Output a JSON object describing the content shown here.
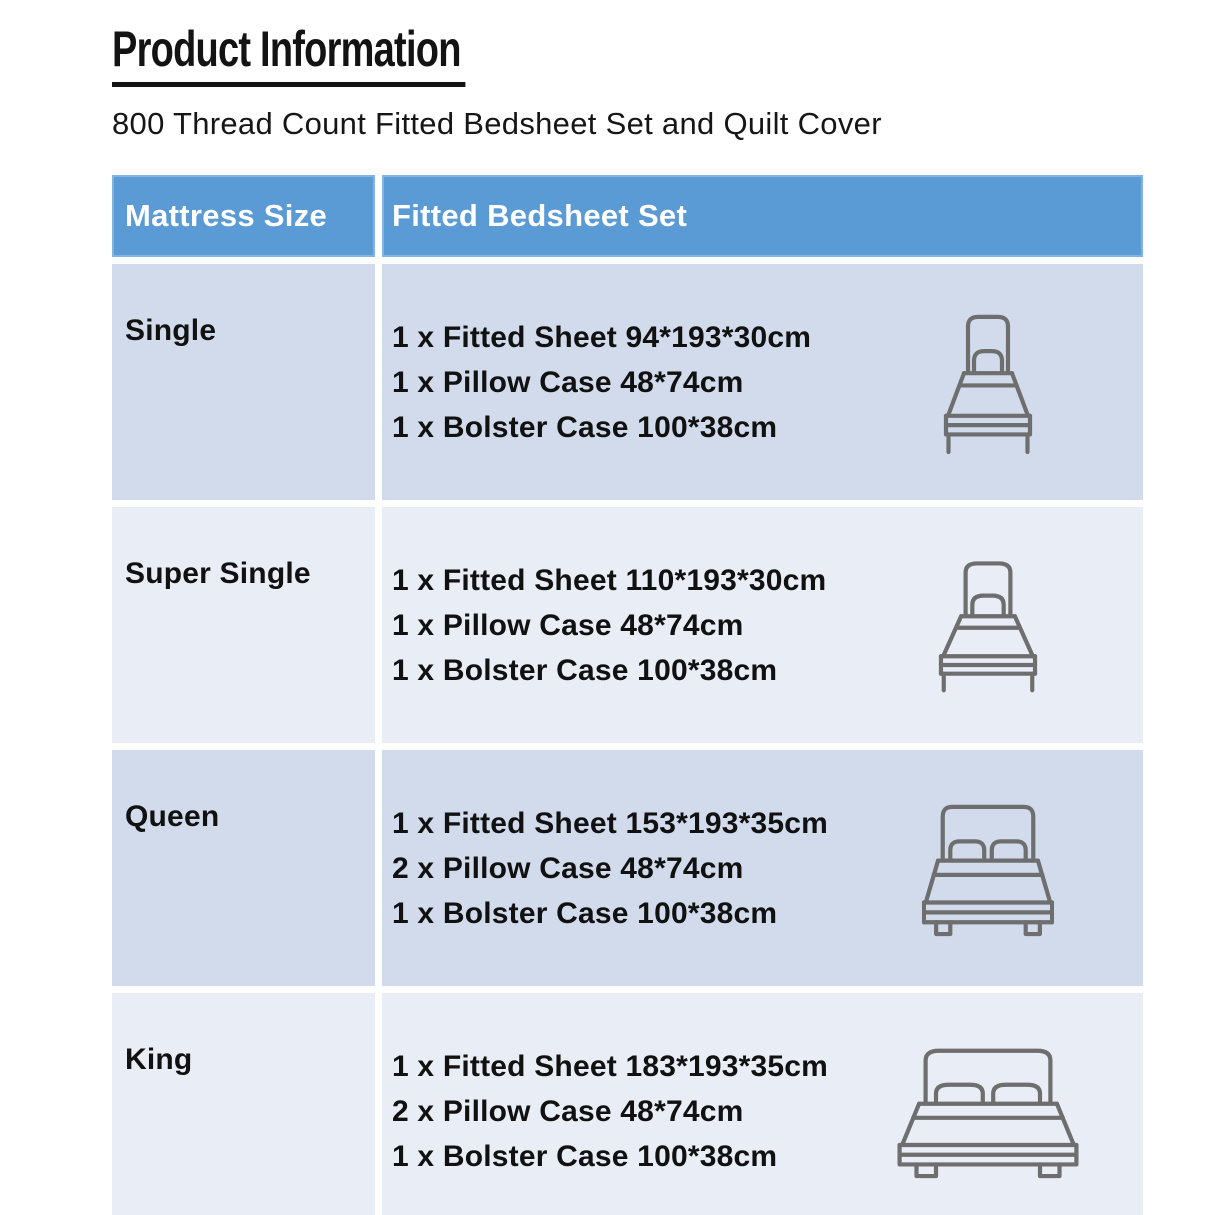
{
  "page": {
    "title": "Product Information",
    "subtitle": "800 Thread Count Fitted Bedsheet Set and Quilt Cover"
  },
  "table": {
    "headers": [
      {
        "label": "Mattress Size"
      },
      {
        "label": "Fitted Bedsheet Set"
      }
    ],
    "rows": [
      {
        "size": "Single",
        "items": [
          "1 x Fitted Sheet 94*193*30cm",
          "1 x Pillow Case 48*74cm",
          "1 x Bolster Case 100*38cm"
        ],
        "icon": "single-bed-icon",
        "variant": "single"
      },
      {
        "size": "Super Single",
        "items": [
          "1 x Fitted Sheet 110*193*30cm",
          "1 x Pillow Case 48*74cm",
          "1 x Bolster Case 100*38cm"
        ],
        "icon": "single-bed-icon",
        "variant": "super-single"
      },
      {
        "size": "Queen",
        "items": [
          "1 x Fitted Sheet 153*193*35cm",
          "2 x Pillow Case 48*74cm",
          "1 x Bolster Case 100*38cm"
        ],
        "icon": "double-bed-icon",
        "variant": "queen"
      },
      {
        "size": "King",
        "items": [
          "1 x Fitted Sheet 183*193*35cm",
          "2 x Pillow Case 48*74cm",
          "1 x Bolster Case 100*38cm"
        ],
        "icon": "double-bed-icon",
        "variant": "king"
      }
    ]
  },
  "colors": {
    "header_bg": "#5a9ad5",
    "row_dark": "#d1dbec",
    "row_light": "#e9edf5",
    "icon_stroke": "#6e6e6e",
    "text": "#131313",
    "header_text": "#ffffff"
  }
}
